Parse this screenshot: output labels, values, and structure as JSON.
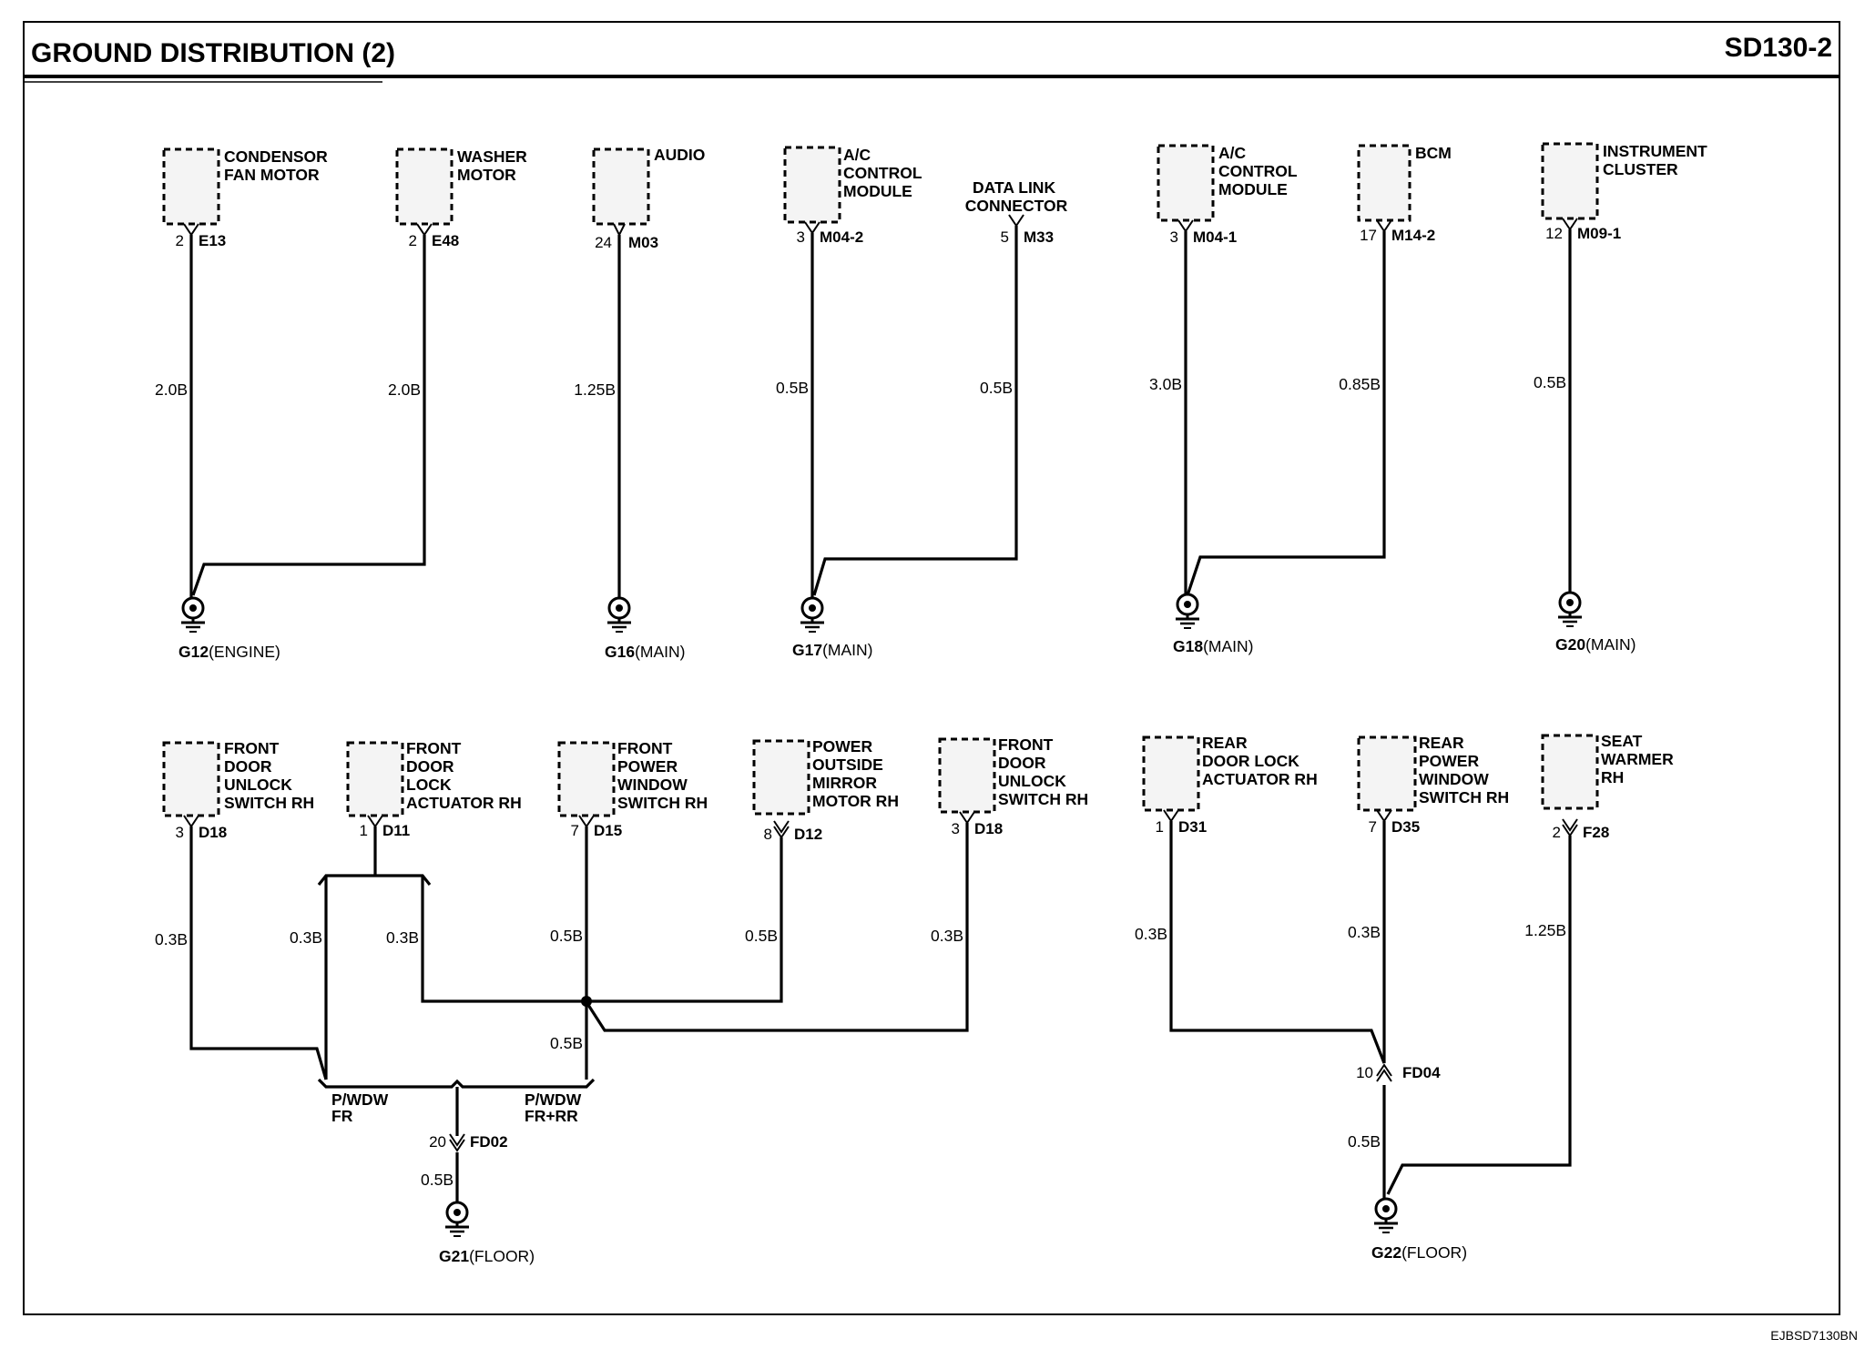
{
  "header": {
    "title": "GROUND DISTRIBUTION (2)",
    "code": "SD130-2"
  },
  "footer": {
    "ref": "EJBSD7130BN"
  },
  "top_components": [
    {
      "label": [
        "CONDENSOR",
        "FAN MOTOR"
      ],
      "pin": "2",
      "conn": "E13",
      "wire": "2.0B"
    },
    {
      "label": [
        "WASHER",
        "MOTOR"
      ],
      "pin": "2",
      "conn": "E48",
      "wire": "2.0B"
    },
    {
      "label": [
        "AUDIO"
      ],
      "pin": "24",
      "conn": "M03",
      "wire": "1.25B"
    },
    {
      "label": [
        "A/C",
        "CONTROL",
        "MODULE"
      ],
      "pin": "3",
      "conn": "M04-2",
      "wire": "0.5B"
    },
    {
      "label": [
        "DATA LINK",
        "CONNECTOR"
      ],
      "pin": "5",
      "conn": "M33",
      "wire": "0.5B"
    },
    {
      "label": [
        "A/C",
        "CONTROL",
        "MODULE"
      ],
      "pin": "3",
      "conn": "M04-1",
      "wire": "3.0B"
    },
    {
      "label": [
        "BCM"
      ],
      "pin": "17",
      "conn": "M14-2",
      "wire": "0.85B"
    },
    {
      "label": [
        "INSTRUMENT",
        "CLUSTER"
      ],
      "pin": "12",
      "conn": "M09-1",
      "wire": "0.5B"
    }
  ],
  "top_grounds": [
    {
      "id": "G12",
      "loc": "(ENGINE)"
    },
    {
      "id": "G16",
      "loc": "(MAIN)"
    },
    {
      "id": "G17",
      "loc": "(MAIN)"
    },
    {
      "id": "G18",
      "loc": "(MAIN)"
    },
    {
      "id": "G20",
      "loc": "(MAIN)"
    }
  ],
  "bottom_components": [
    {
      "label": [
        "FRONT",
        "DOOR",
        "UNLOCK",
        "SWITCH RH"
      ],
      "pin": "3",
      "conn": "D18"
    },
    {
      "label": [
        "FRONT",
        "DOOR",
        "LOCK",
        "ACTUATOR RH"
      ],
      "pin": "1",
      "conn": "D11"
    },
    {
      "label": [
        "FRONT",
        "POWER",
        "WINDOW",
        "SWITCH RH"
      ],
      "pin": "7",
      "conn": "D15"
    },
    {
      "label": [
        "POWER",
        "OUTSIDE",
        "MIRROR",
        "MOTOR RH"
      ],
      "pin": "8",
      "conn": "D12"
    },
    {
      "label": [
        "FRONT",
        "DOOR",
        "UNLOCK",
        "SWITCH RH"
      ],
      "pin": "3",
      "conn": "D18"
    },
    {
      "label": [
        "REAR",
        "DOOR LOCK",
        "ACTUATOR RH"
      ],
      "pin": "1",
      "conn": "D31"
    },
    {
      "label": [
        "REAR",
        "POWER",
        "WINDOW",
        "SWITCH RH"
      ],
      "pin": "7",
      "conn": "D35"
    },
    {
      "label": [
        "SEAT",
        "WARMER",
        "RH"
      ],
      "pin": "2",
      "conn": "F28"
    }
  ],
  "bottom_wires": {
    "d18_left": "0.3B",
    "d11_left": "0.3B",
    "d11_right": "0.3B",
    "d15": "0.5B",
    "d12": "0.5B",
    "d18_right": "0.3B",
    "junction_down": "0.5B",
    "fd02_down": "0.5B",
    "d31": "0.3B",
    "d35": "0.3B",
    "f28": "1.25B",
    "fd04_down": "0.5B"
  },
  "splices": {
    "pwdw_fr": [
      "P/WDW",
      "FR"
    ],
    "pwdw_frrr": [
      "P/WDW",
      "FR+RR"
    ]
  },
  "inline_connectors": [
    {
      "pin": "20",
      "conn": "FD02"
    },
    {
      "pin": "10",
      "conn": "FD04"
    }
  ],
  "bottom_grounds": [
    {
      "id": "G21",
      "loc": "(FLOOR)"
    },
    {
      "id": "G22",
      "loc": "(FLOOR)"
    }
  ]
}
